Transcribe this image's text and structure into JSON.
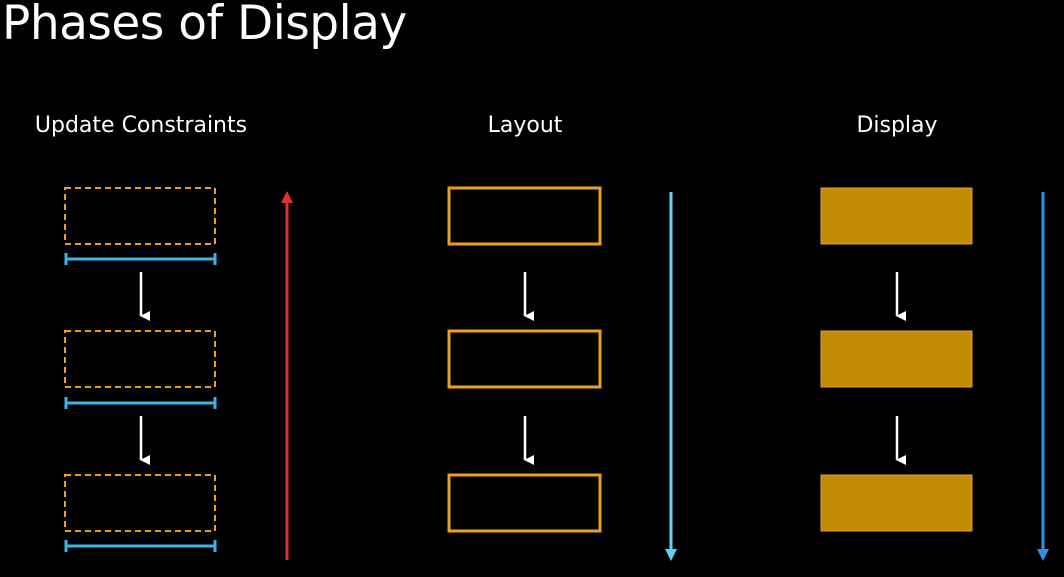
{
  "title": "Phases of Display",
  "columns": [
    {
      "heading": "Update Constraints",
      "box_style": "dashed-outline",
      "has_constraint_bars": true,
      "side_arrow": {
        "direction": "up",
        "color": "#e0332f"
      }
    },
    {
      "heading": "Layout",
      "box_style": "solid-outline",
      "has_constraint_bars": false,
      "side_arrow": {
        "direction": "down",
        "color": "#5fd3ef"
      }
    },
    {
      "heading": "Display",
      "box_style": "filled",
      "has_constraint_bars": false,
      "side_arrow": {
        "direction": "down",
        "color": "#2f8fe0"
      }
    }
  ],
  "colors": {
    "background": "#000000",
    "box_outline": "#e8a31c",
    "box_fill": "#c38a05",
    "constraint_bar": "#3cb3e6",
    "step_arrow": "#ffffff"
  }
}
